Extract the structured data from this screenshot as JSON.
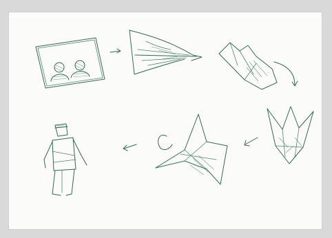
{
  "image": {
    "kind": "pencil sketch storyboard",
    "background_color": "#d9d9d9",
    "paper_color": "#fbfbf9",
    "ink_color": "#2f6b52",
    "panels": [
      {
        "name": "photo-of-two-people",
        "icon": "photo-icon"
      },
      {
        "name": "paper-folded-into-plane",
        "icon": "paper-plane-icon"
      },
      {
        "name": "paper-boat",
        "icon": "boat-icon"
      },
      {
        "name": "folded-crown-shape",
        "icon": "crown-fold-icon"
      },
      {
        "name": "origami-bird",
        "icon": "bird-icon"
      },
      {
        "name": "boy-figure",
        "icon": "person-icon"
      }
    ]
  }
}
